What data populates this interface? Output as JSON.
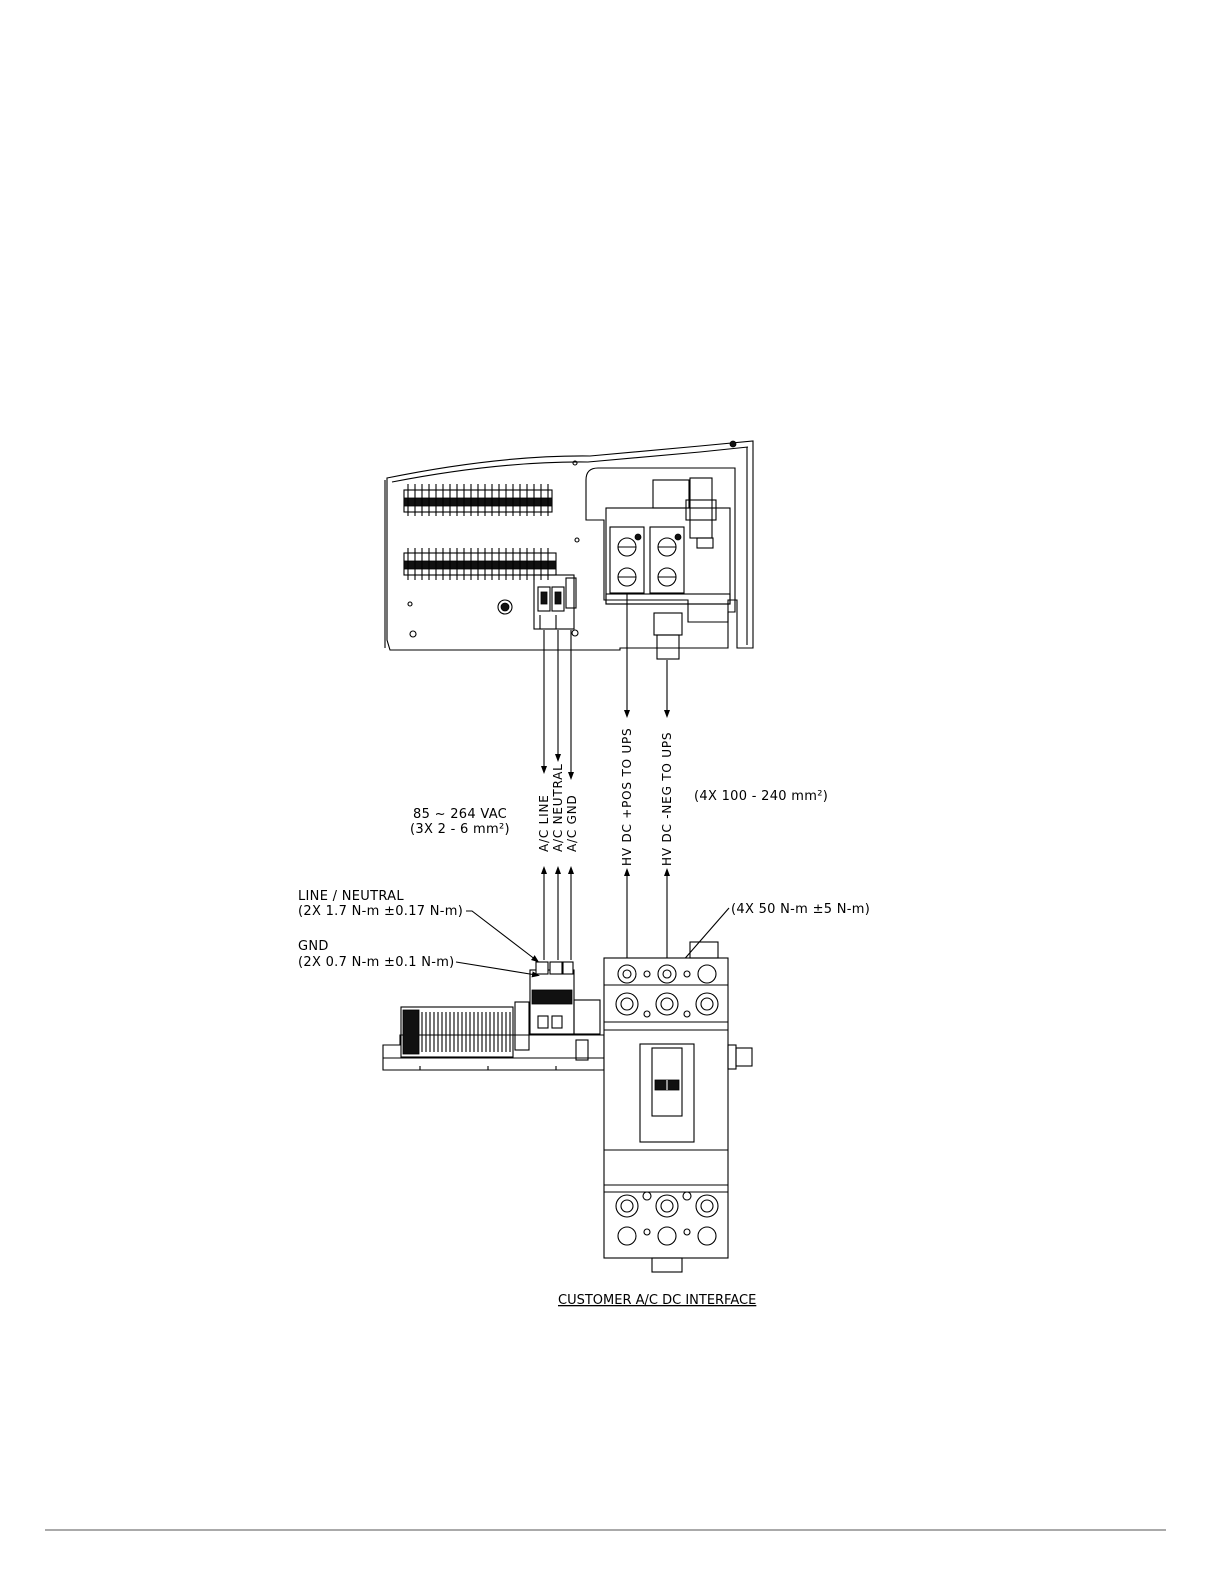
{
  "labels": {
    "ac_voltage": "85 ~ 264 VAC",
    "ac_wire_size": "(3X 2  - 6 mm²)",
    "ac_line": "A/C LINE",
    "ac_neutral": "A/C NEUTRAL",
    "ac_gnd": "A/C GND",
    "hv_dc_pos": "HV DC +POS TO UPS",
    "hv_dc_neg": "HV DC -NEG TO UPS",
    "dc_wire_size": "(4X 100 - 240 mm²)",
    "line_neutral_title": "LINE / NEUTRAL",
    "line_neutral_torque": "(2X 1.7 N-m  ±0.17 N-m)",
    "gnd_title": "GND",
    "gnd_torque": "(2X 0.7 N-m  ±0.1 N-m)",
    "dc_torque": "(4X 50 N-m  ±5 N-m)",
    "caption": "CUSTOMER A/C DC INTERFACE"
  },
  "colors": {
    "line": "#000000",
    "background": "#ffffff"
  }
}
